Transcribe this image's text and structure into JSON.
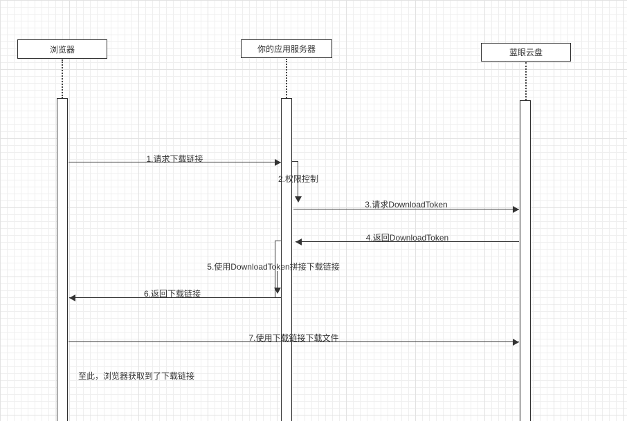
{
  "diagram": {
    "actors": [
      {
        "label": "浏览器"
      },
      {
        "label": "你的应用服务器"
      },
      {
        "label": "蓝眼云盘"
      }
    ],
    "messages": [
      {
        "label": "1.请求下载链接",
        "from": "浏览器",
        "to": "你的应用服务器",
        "direction": "right"
      },
      {
        "label": "2.权限控制",
        "from": "你的应用服务器",
        "to": "你的应用服务器",
        "direction": "self"
      },
      {
        "label": "3.请求DownloadToken",
        "from": "你的应用服务器",
        "to": "蓝眼云盘",
        "direction": "right"
      },
      {
        "label": "4.返回DownloadToken",
        "from": "蓝眼云盘",
        "to": "你的应用服务器",
        "direction": "left"
      },
      {
        "label": "5.使用DownloadToken拼接下载链接",
        "from": "你的应用服务器",
        "to": "你的应用服务器",
        "direction": "self"
      },
      {
        "label": "6.返回下载链接",
        "from": "你的应用服务器",
        "to": "浏览器",
        "direction": "left"
      },
      {
        "label": "7.使用下载链接下载文件",
        "from": "浏览器",
        "to": "蓝眼云盘",
        "direction": "right"
      }
    ],
    "note": "至此，浏览器获取到了下载链接",
    "colors": {
      "stroke": "#333333",
      "fill": "#ffffff",
      "grid_minor": "#efefef",
      "grid_major": "#e2e2e2"
    }
  }
}
